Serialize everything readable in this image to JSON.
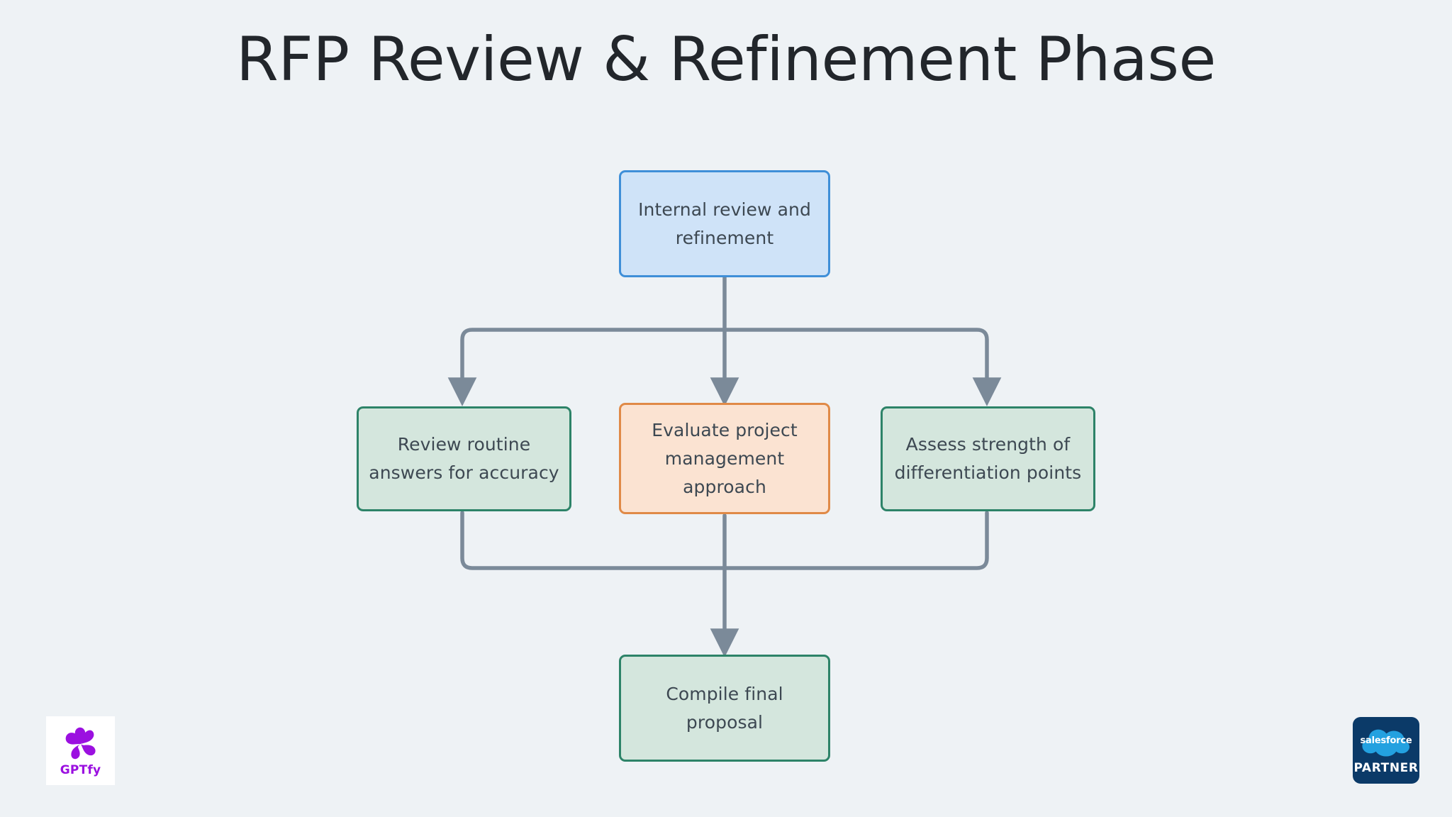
{
  "slide": {
    "title": "RFP Review & Refinement Phase",
    "background_color": "#eef2f5",
    "title_color": "#22262b"
  },
  "diagram": {
    "type": "flowchart",
    "direction": "top-down",
    "connector_color": "#7b8a99",
    "nodes": [
      {
        "id": "internal-review",
        "label": "Internal review and\nrefinement",
        "fill": "#cfe3f8",
        "stroke": "#3f8fd8",
        "role": "start"
      },
      {
        "id": "review-routine-answers",
        "label": "Review routine\nanswers for accuracy",
        "fill": "#d4e6dd",
        "stroke": "#2d8368",
        "role": "task"
      },
      {
        "id": "evaluate-project-management",
        "label": "Evaluate project\nmanagement\napproach",
        "fill": "#fbe3d2",
        "stroke": "#e08a47",
        "role": "task-highlight"
      },
      {
        "id": "assess-differentiation",
        "label": "Assess strength of\ndifferentiation points",
        "fill": "#d4e6dd",
        "stroke": "#2d8368",
        "role": "task"
      },
      {
        "id": "compile-final-proposal",
        "label": "Compile final\nproposal",
        "fill": "#d4e6dd",
        "stroke": "#2d8368",
        "role": "end"
      }
    ],
    "edges": [
      {
        "from": "internal-review",
        "to": "review-routine-answers"
      },
      {
        "from": "internal-review",
        "to": "evaluate-project-management"
      },
      {
        "from": "internal-review",
        "to": "assess-differentiation"
      },
      {
        "from": "review-routine-answers",
        "to": "compile-final-proposal"
      },
      {
        "from": "evaluate-project-management",
        "to": "compile-final-proposal"
      },
      {
        "from": "assess-differentiation",
        "to": "compile-final-proposal"
      }
    ]
  },
  "logos": {
    "gptfy": {
      "wordmark": "GPTfy",
      "mark_color": "#9b10e0",
      "background": "#ffffff"
    },
    "salesforce_partner": {
      "cloud_word": "salesforce",
      "tier_word": "PARTNER",
      "background": "#0b3a68",
      "cloud_color": "#23a1e0"
    }
  }
}
